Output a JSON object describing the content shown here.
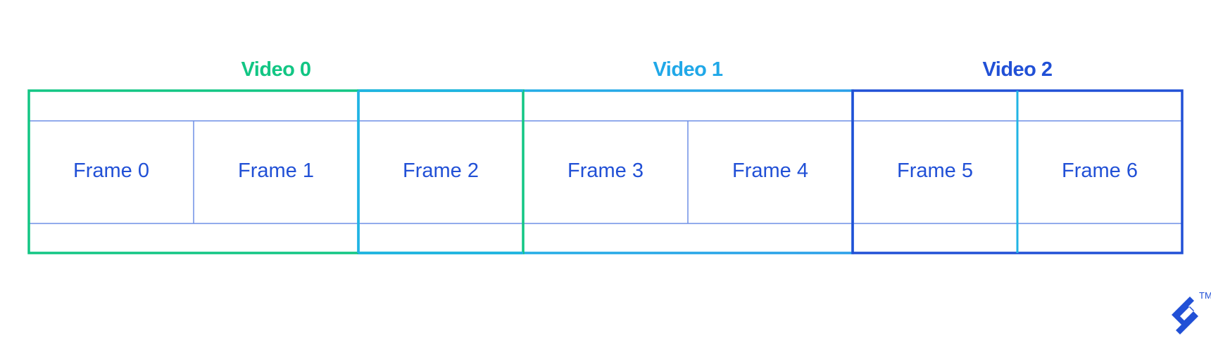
{
  "videos": [
    {
      "label": "Video 0",
      "color": "#12c684"
    },
    {
      "label": "Video 1",
      "color": "#20a8e8"
    },
    {
      "label": "Video 2",
      "color": "#2150d6"
    }
  ],
  "frames": [
    "Frame 0",
    "Frame 1",
    "Frame 2",
    "Frame 3",
    "Frame 4",
    "Frame 5",
    "Frame 6"
  ],
  "frame_line_color": "#6f8fe6",
  "logo": {
    "trademark": "TM",
    "icon": "brand-logo-icon"
  }
}
